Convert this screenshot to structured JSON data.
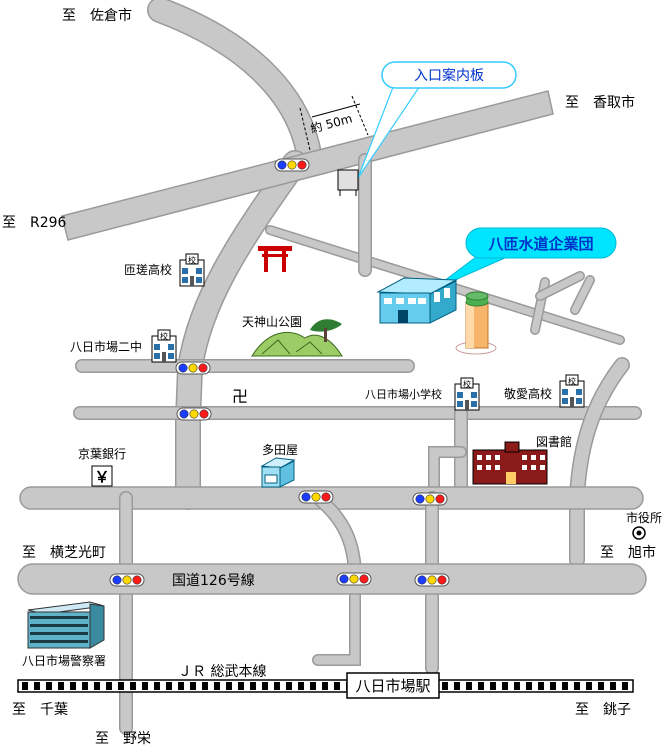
{
  "directions": {
    "sakura": "至　佐倉市",
    "katori": "至　香取市",
    "r296": "至　R296",
    "yokoshiba": "至　横芝光町",
    "asahi": "至　旭市",
    "chiba": "至　千葉",
    "choshi": "至　銚子",
    "noe": "至　野栄"
  },
  "callouts": {
    "entrance_board": "入口案内板",
    "company": "八匝水道企業団"
  },
  "distance": "約 50m",
  "places": {
    "sosa_hs": "匝瑳高校",
    "yokaichiba2_jhs": "八日市場二中",
    "tenjinyama_park": "天神山公園",
    "yokaichiba_es": "八日市場小学校",
    "keiai_hs": "敬愛高校",
    "library": "図書館",
    "keiyo_bank": "京葉銀行",
    "tadaya": "多田屋",
    "city_hall": "市役所",
    "police": "八日市場警察署"
  },
  "roads": {
    "route126": "国道126号線",
    "jr_sobu": "ＪＲ 総武本線"
  },
  "station": "八日市場駅",
  "symbols": {
    "temple": "卍",
    "bank": "￥"
  },
  "colors": {
    "road_fill": "#c8c8c8",
    "road_edge": "#9a9a9a",
    "callout_fill": "#00e5ff",
    "callout_text": "#0033cc",
    "torii": "#cc0000",
    "signal_blue": "#1a3dff",
    "signal_yellow": "#ffd800",
    "signal_red": "#ff1a1a"
  }
}
